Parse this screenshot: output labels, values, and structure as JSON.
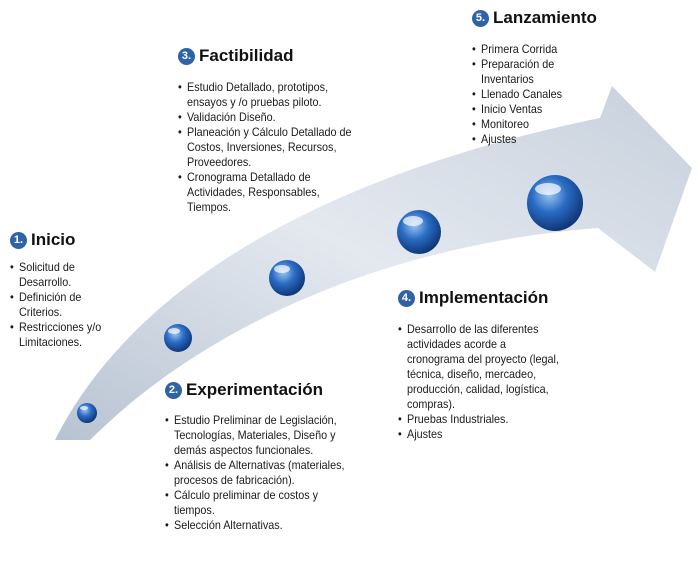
{
  "stages": [
    {
      "number": "1.",
      "title": "Inicio",
      "items": [
        "Solicitud de Desarrollo.",
        "Definición de Criterios.",
        "Restricciones y/o Limitaciones."
      ]
    },
    {
      "number": "2.",
      "title": "Experimentación",
      "items": [
        "Estudio Preliminar de Legislación,  Tecnologías, Materiales, Diseño y demás aspectos funcionales.",
        "Análisis de Alternativas (materiales, procesos de fabricación).",
        "Cálculo preliminar de costos y tiempos.",
        "Selección Alternativas."
      ]
    },
    {
      "number": "3.",
      "title": "Factibilidad",
      "items": [
        "Estudio Detallado, prototipos, ensayos y /o pruebas piloto.",
        "Validación  Diseño.",
        "Planeación y Cálculo Detallado de Costos, Inversiones, Recursos, Proveedores.",
        "Cronograma Detallado de Actividades, Responsables, Tiempos."
      ]
    },
    {
      "number": "4.",
      "title": "Implementación",
      "items": [
        "Desarrollo de las diferentes actividades acorde a cronograma del proyecto (legal, técnica, diseño, mercadeo, producción, calidad, logística, compras).",
        "Pruebas Industriales.",
        "Ajustes"
      ]
    },
    {
      "number": "5.",
      "title": "Lanzamiento",
      "items": [
        "Primera Corrida",
        "Preparación de Inventarios",
        "Llenado Canales",
        "Inicio Ventas",
        "Monitoreo",
        "Ajustes"
      ]
    }
  ],
  "colors": {
    "accent": "#2f63a6",
    "arrow": "#c9d2de"
  }
}
